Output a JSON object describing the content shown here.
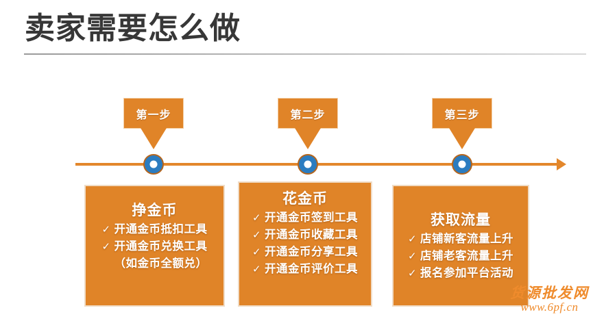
{
  "slide": {
    "title": "卖家需要怎么做",
    "title_color": "#373737",
    "accent_color": "#e08428",
    "node_color": "#2b7cc0",
    "background": "#ffffff"
  },
  "timeline": {
    "steps": [
      {
        "badge": "第一步"
      },
      {
        "badge": "第二步"
      },
      {
        "badge": "第三步"
      }
    ]
  },
  "cards": [
    {
      "title": "挣金币",
      "items": [
        {
          "check": "✓",
          "text": "开通金币抵扣工具"
        },
        {
          "check": "✓",
          "text": "开通金币兑换工具"
        },
        {
          "check": "",
          "text": "（如金币全额兑）"
        }
      ]
    },
    {
      "title": "花金币",
      "items": [
        {
          "check": "✓",
          "text": "开通金币签到工具"
        },
        {
          "check": "✓",
          "text": "开通金币收藏工具"
        },
        {
          "check": "✓",
          "text": "开通金币分享工具"
        },
        {
          "check": "✓",
          "text": "开通金币评价工具"
        }
      ]
    },
    {
      "title": "获取流量",
      "items": [
        {
          "check": "✓",
          "text": "店铺新客流量上升"
        },
        {
          "check": "✓",
          "text": "店铺老客流量上升"
        },
        {
          "check": "✓",
          "text": "报名参加平台活动"
        }
      ]
    }
  ],
  "watermark": {
    "name": "货源批发网",
    "url": "www.6pf.cn",
    "color": "#ef8b2c"
  }
}
